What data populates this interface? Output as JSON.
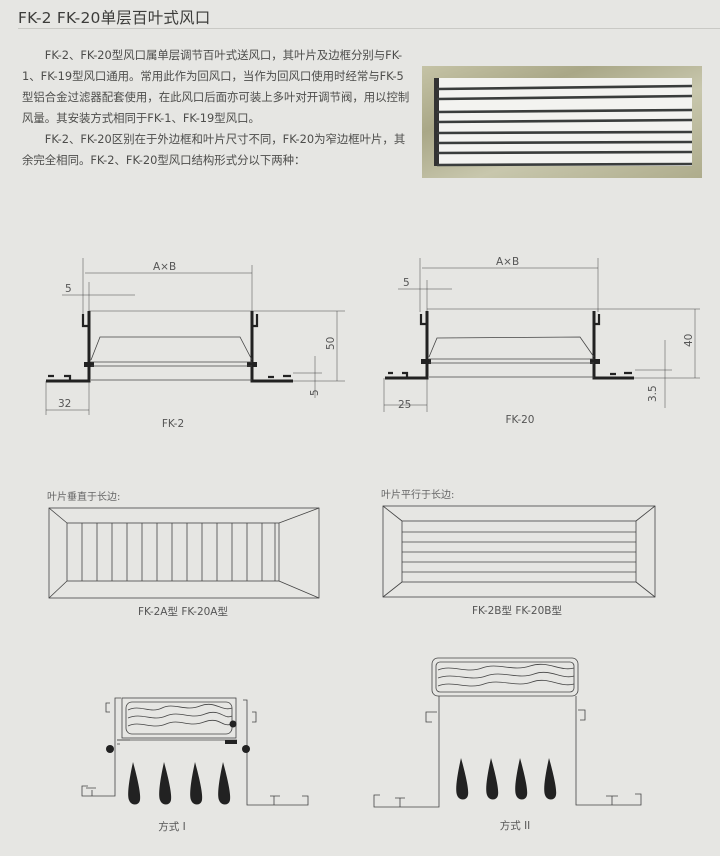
{
  "title": "FK-2  FK-20单层百叶式风口",
  "paragraphs": [
    "FK-2、FK-20型风口属单层调节百叶式送风口，其叶片及边框分别与FK-1、FK-19型风口通用。常用此作为回风口，当作为回风口使用时经常与FK-5型铝合金过滤器配套使用，在此风口后面亦可装上多叶对开调节阀，用以控制风量。其安装方式相同于FK-1、FK-19型风口。",
    "FK-2、FK-20区别在于外边框和叶片尺寸不同，FK-20为窄边框叶片，其余完全相同。FK-2、FK-20型风口结构形式分以下两种："
  ],
  "photo": {
    "description": "grille-photo",
    "slat_count": 8,
    "frame_color": "#b9b79a",
    "slat_color": "#3a3d3c"
  },
  "section_diagrams": [
    {
      "caption": "FK-2",
      "dims": {
        "width_label": "A×B",
        "lip": "5",
        "flange": "32",
        "height": "50",
        "step": "5"
      }
    },
    {
      "caption": "FK-20",
      "dims": {
        "width_label": "A×B",
        "lip": "5",
        "flange": "25",
        "height": "40",
        "step": "3.5"
      }
    }
  ],
  "face_diagrams": [
    {
      "label": "叶片垂直于长边:",
      "caption": "FK-2A型  FK-20A型",
      "blade_count": 15,
      "orientation": "vertical"
    },
    {
      "label": "叶片平行于长边:",
      "caption": "FK-2B型  FK-20B型",
      "blade_count": 6,
      "orientation": "horizontal"
    }
  ],
  "install_diagrams": [
    {
      "caption": "方式 I"
    },
    {
      "caption": "方式 II"
    }
  ]
}
